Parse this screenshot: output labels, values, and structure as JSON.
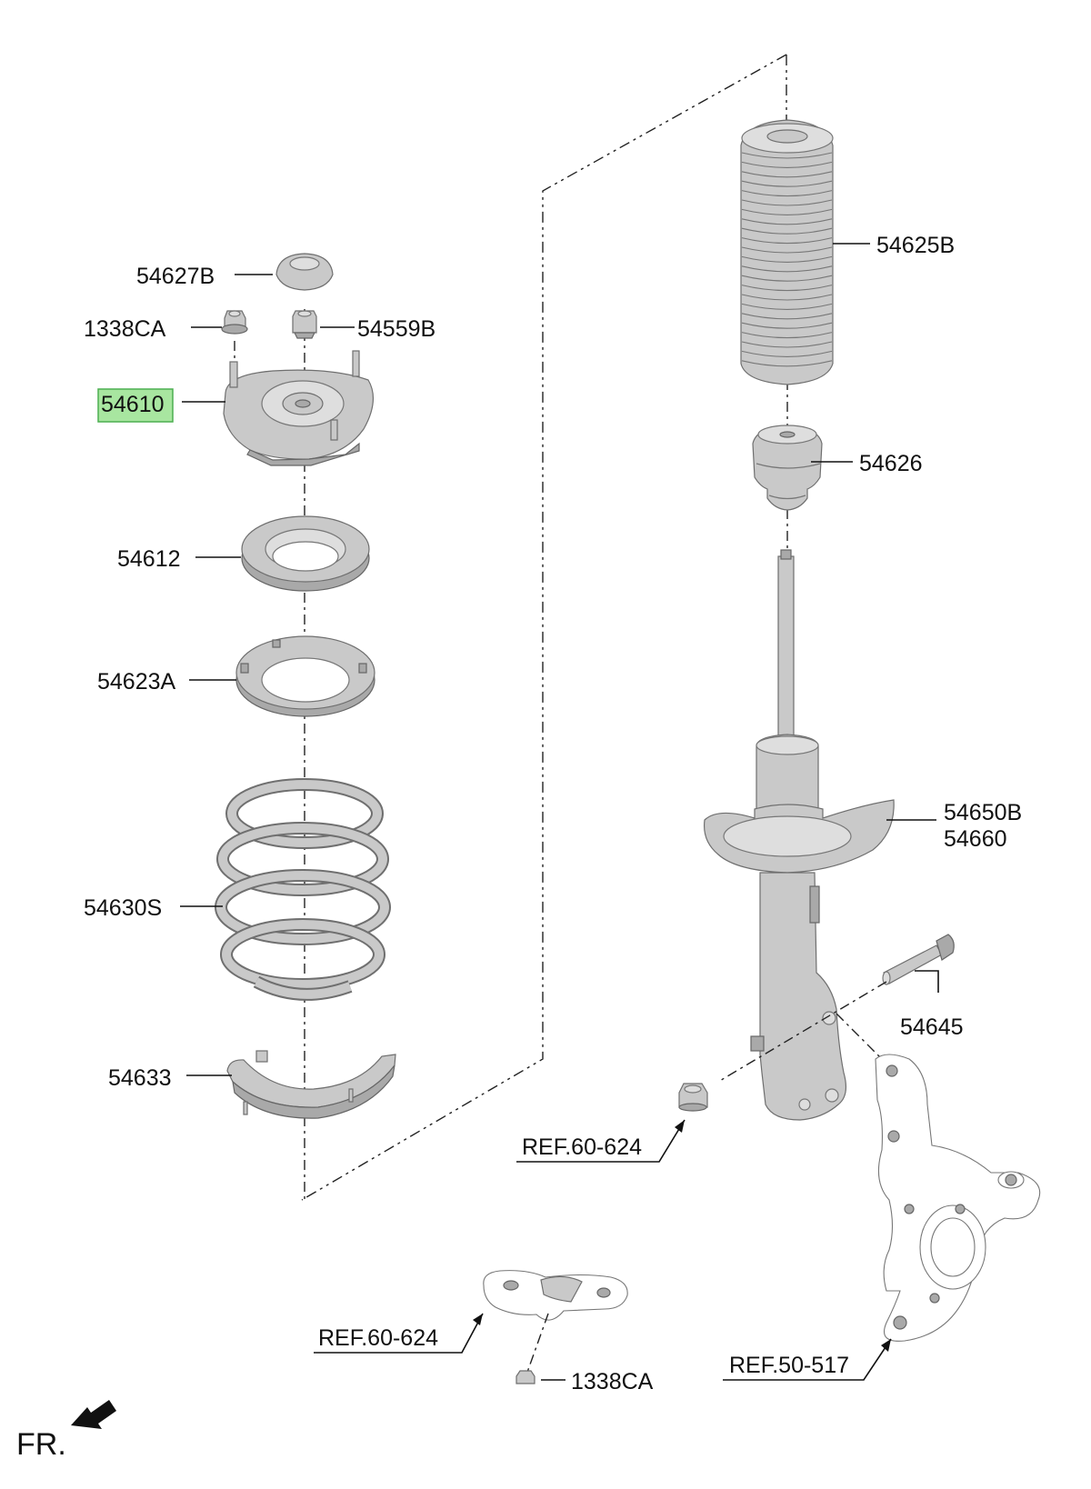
{
  "labels": {
    "p54627b": "54627B",
    "p1338ca_top": "1338CA",
    "p54559b": "54559B",
    "p54610": "54610",
    "p54612": "54612",
    "p54623a": "54623A",
    "p54630s": "54630S",
    "p54633": "54633",
    "p54625b": "54625B",
    "p54626": "54626",
    "p54650b": "54650B",
    "p54660": "54660",
    "p54645": "54645",
    "ref_60_624_nut": "REF.60-624",
    "ref_60_624_plate": "REF.60-624",
    "ref_50_517": "REF.50-517",
    "p1338ca_bottom": "1338CA",
    "front": "FR."
  },
  "highlight": {
    "part": "54610",
    "fill": "#a8e6a0",
    "stroke": "#4caf50"
  },
  "colors": {
    "part_fill": "#c9c9c9",
    "part_stroke": "#6f6f6f",
    "line": "#111111"
  },
  "icons": {
    "front_direction": "arrow-front-left-icon"
  }
}
